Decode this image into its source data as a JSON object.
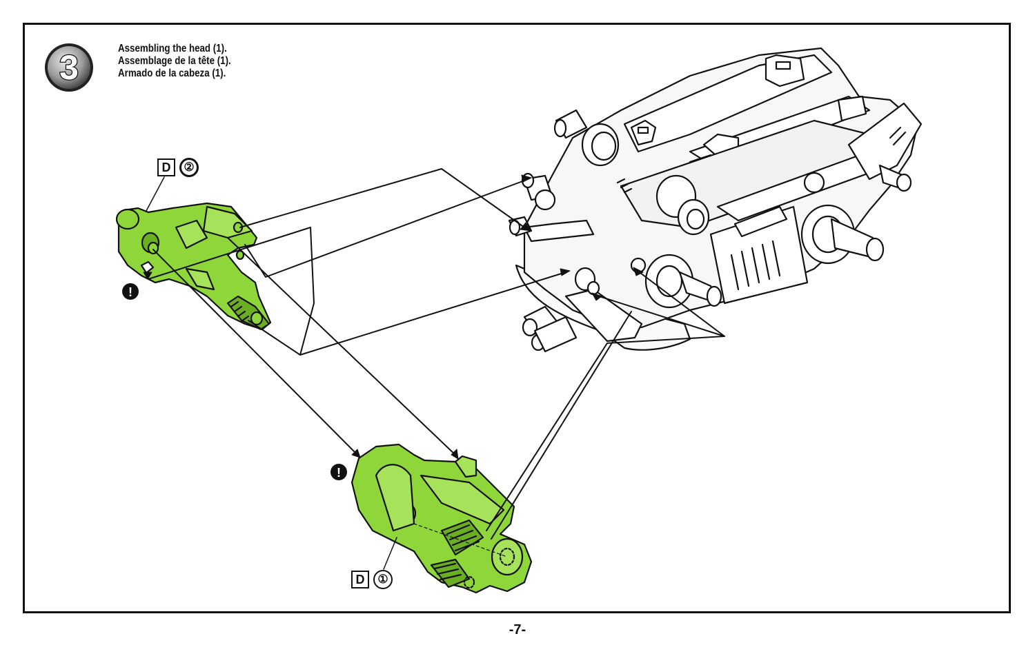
{
  "step": {
    "number": "3"
  },
  "instructions": {
    "en": "Assembling the head (1).",
    "fr": "Assemblage de la tête (1).",
    "es": "Armado de la cabeza (1)."
  },
  "parts": [
    {
      "letter": "D",
      "number": "②"
    },
    {
      "letter": "D",
      "number": "①"
    }
  ],
  "caution_mark": "!",
  "page_number": "-7-",
  "colors": {
    "part_green": "#8fd63a",
    "part_green_dark": "#6cae22",
    "line": "#111111",
    "body_fill": "#f4f4f4"
  }
}
